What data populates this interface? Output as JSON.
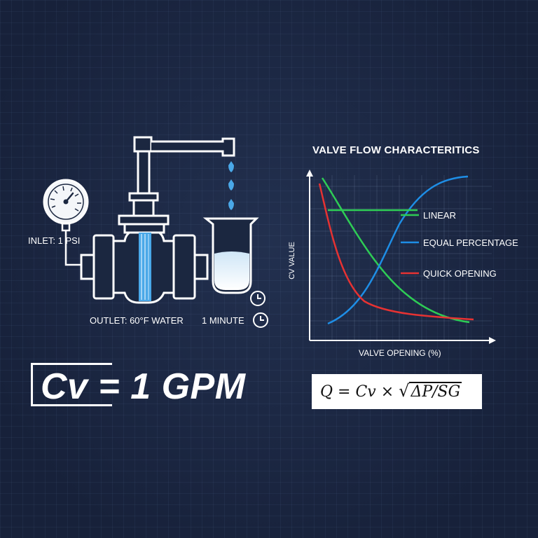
{
  "diagram": {
    "inlet_label": "INLET: 1 PSI",
    "outlet_label": "OUTLET: 60°F WATER",
    "time_label": "1 MINUTE"
  },
  "chart_data": {
    "type": "line",
    "title": "VALVE FLOW CHARACTERITICS",
    "xlabel": "VALVE OPENING (%)",
    "ylabel": "CV VALUE",
    "series": [
      {
        "name": "LINEAR",
        "color": "#2ecc55"
      },
      {
        "name": "EQUAL PERCENTAGE",
        "color": "#1e8ee6"
      },
      {
        "name": "QUICK OPENING",
        "color": "#e63232"
      }
    ]
  },
  "equation": {
    "cv_definition": "Cv = 1 GPM",
    "flow_formula_prefix": "Q = Cv × ",
    "flow_formula_radicand": "ΔP/SG"
  },
  "colors": {
    "background": "#1b2740",
    "water": "#4aa8e8",
    "linear": "#2ecc55",
    "equal_percentage": "#1e8ee6",
    "quick_opening": "#e63232"
  }
}
